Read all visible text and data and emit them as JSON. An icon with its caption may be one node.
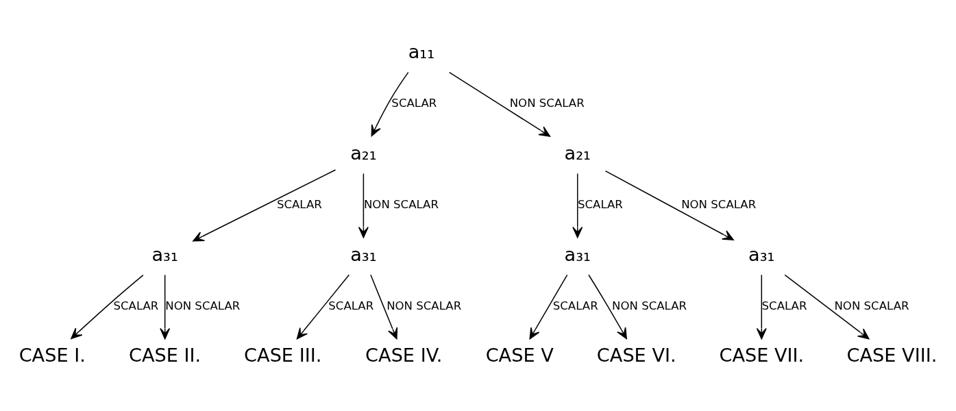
{
  "diagram": {
    "nodes": [
      {
        "text": [
          "a₁₁"
        ]
      },
      {
        "text": [
          "a₂₁"
        ]
      },
      {
        "text": [
          "a₂₁"
        ]
      },
      {
        "text": [
          "a₃₁"
        ]
      },
      {
        "text": [
          "a₃₁"
        ]
      },
      {
        "text": [
          "a₃₁"
        ]
      },
      {
        "text": [
          "a₃₁"
        ]
      },
      {
        "text": [
          "CASE I."
        ]
      },
      {
        "text": [
          "CASE II."
        ]
      },
      {
        "text": [
          "CASE III."
        ]
      },
      {
        "text": [
          "CASE IV."
        ]
      },
      {
        "text": [
          "CASE V"
        ]
      },
      {
        "text": [
          "CASE VI."
        ]
      },
      {
        "text": [
          "CASE VII."
        ]
      },
      {
        "text": [
          "CASE VIII."
        ]
      }
    ],
    "edges": [
      {
        "from": 0,
        "to": 1,
        "arrow": "to",
        "label": "SCALAR"
      },
      {
        "from": 0,
        "to": 2,
        "arrow": "to",
        "label": "NON SCALAR"
      },
      {
        "from": 1,
        "to": 3,
        "arrow": "to",
        "label": "SCALAR"
      },
      {
        "from": 1,
        "to": 4,
        "arrow": "to",
        "label": "NON SCALAR"
      },
      {
        "from": 2,
        "to": 5,
        "arrow": "to",
        "label": "SCALAR"
      },
      {
        "from": 2,
        "to": 6,
        "arrow": "to",
        "label": "NON SCALAR"
      },
      {
        "from": 3,
        "to": 7,
        "arrow": "to",
        "label": "SCALAR"
      },
      {
        "from": 3,
        "to": 8,
        "arrow": "to",
        "label": "NON SCALAR"
      },
      {
        "from": 4,
        "to": 9,
        "arrow": "to",
        "label": "SCALAR"
      },
      {
        "from": 4,
        "to": 10,
        "arrow": "to",
        "label": "NON SCALAR"
      },
      {
        "from": 5,
        "to": 11,
        "arrow": "to",
        "label": "SCALAR"
      },
      {
        "from": 5,
        "to": 12,
        "arrow": "to",
        "label": "NON SCALAR"
      },
      {
        "from": 6,
        "to": 13,
        "arrow": "to",
        "label": "SCALAR"
      },
      {
        "from": 6,
        "to": 14,
        "arrow": "to",
        "label": "NON SCALAR"
      }
    ]
  }
}
